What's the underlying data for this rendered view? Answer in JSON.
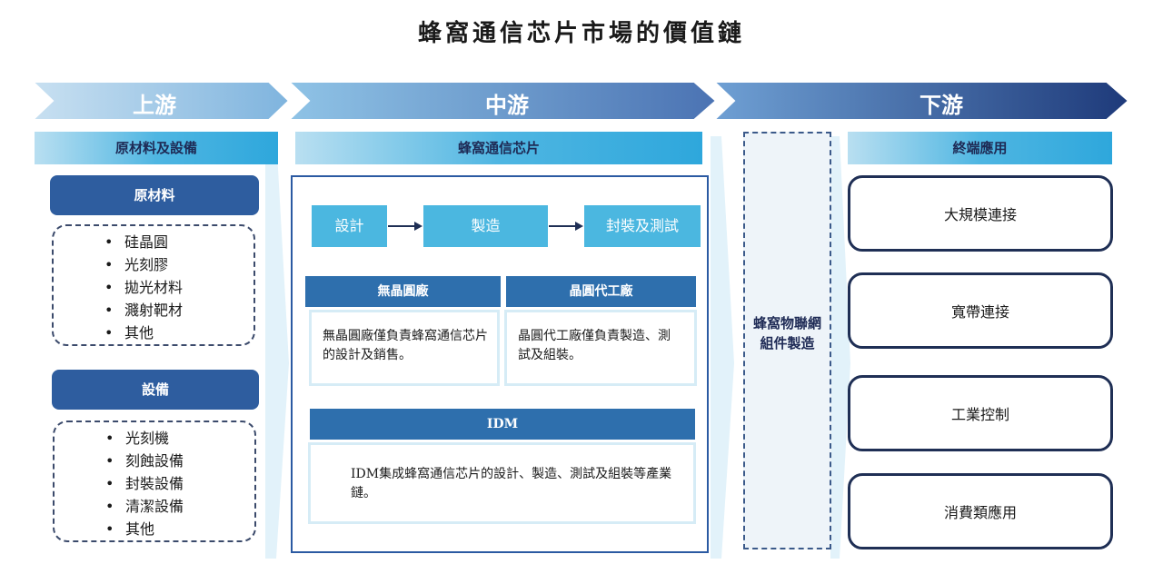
{
  "title": "蜂窩通信芯片市場的價值鏈",
  "stages": {
    "upstream": "上游",
    "midstream": "中游",
    "downstream": "下游"
  },
  "upstream": {
    "header": "原材料及設備",
    "materials": {
      "label": "原材料",
      "items": [
        "硅晶圓",
        "光刻膠",
        "拋光材料",
        "濺射靶材",
        "其他"
      ]
    },
    "equipment": {
      "label": "設備",
      "items": [
        "光刻機",
        "刻蝕設備",
        "封裝設備",
        "清潔設備",
        "其他"
      ]
    }
  },
  "midstream": {
    "header": "蜂窩通信芯片",
    "process": [
      "設計",
      "製造",
      "封裝及測試"
    ],
    "fabless": {
      "label": "無晶圓廠",
      "desc": "無晶圓廠僅負責蜂窩通信芯片的設計及銷售。"
    },
    "foundry": {
      "label": "晶圓代工廠",
      "desc": "晶圓代工廠僅負責製造、測試及組裝。"
    },
    "idm": {
      "label": "IDM",
      "desc": "IDM集成蜂窩通信芯片的設計、製造、測試及組裝等產業鏈。"
    },
    "module": "蜂窩物聯網組件製造"
  },
  "downstream": {
    "header": "終端應用",
    "apps": [
      "大規模連接",
      "寬帶連接",
      "工業控制",
      "消費類應用"
    ]
  },
  "colors": {
    "chevron_light": "#b9d6ec",
    "chevron_dark": "#1e3f7f",
    "pill": "#2e5d9f",
    "cyan": "#4bb7e0",
    "band": "#2e6fad"
  }
}
